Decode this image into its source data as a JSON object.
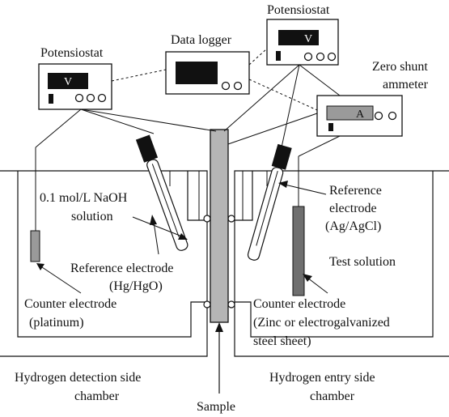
{
  "labels": {
    "potensiostat_left": "Potensiostat",
    "potensiostat_right": "Potensiostat",
    "data_logger": "Data logger",
    "zero_shunt_line1": "Zero shunt",
    "zero_shunt_line2": "ammeter",
    "naoh_line1": "0.1 mol/L NaOH",
    "naoh_line2": "solution",
    "ref_left_line1": "Reference electrode",
    "ref_left_line2": "(Hg/HgO)",
    "counter_left_line1": "Counter electrode",
    "counter_left_line2": "(platinum)",
    "ref_right_line1": "Reference",
    "ref_right_line2": "electrode",
    "ref_right_line3": "(Ag/AgCl)",
    "test_solution": "Test solution",
    "counter_right_line1": "Counter electrode",
    "counter_right_line2": "(Zinc or electrogalvanized",
    "counter_right_line3": "steel sheet)",
    "detection_line1": "Hydrogen detection side",
    "detection_line2": "chamber",
    "entry_line1": "Hydrogen entry side",
    "entry_line2": "chamber",
    "sample": "Sample"
  },
  "displays": {
    "left_meter": "V",
    "right_meter": "V",
    "ammeter": "A"
  }
}
